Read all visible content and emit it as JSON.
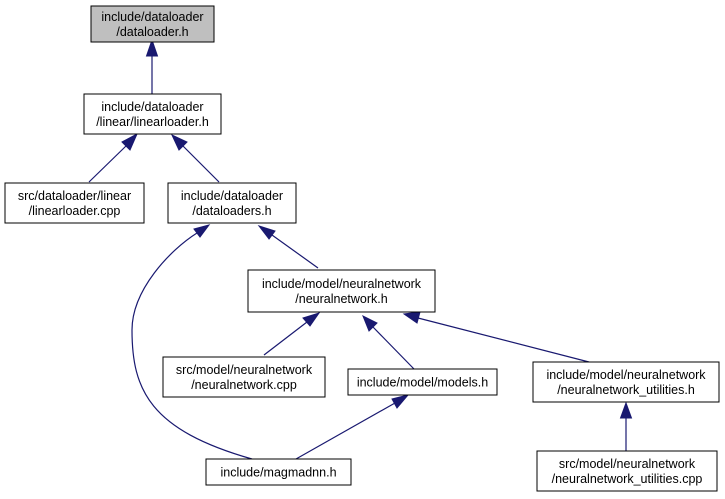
{
  "colors": {
    "edge": "#191970",
    "node_fill": "#ffffff",
    "root_fill": "#bfbfbf",
    "node_border": "#000000"
  },
  "nodes": {
    "dataloader_h": {
      "lines": [
        "include/dataloader",
        "/dataloader.h"
      ]
    },
    "linearloader_h": {
      "lines": [
        "include/dataloader",
        "/linear/linearloader.h"
      ]
    },
    "linearloader_cpp": {
      "lines": [
        "src/dataloader/linear",
        "/linearloader.cpp"
      ]
    },
    "dataloaders_h": {
      "lines": [
        "include/dataloader",
        "/dataloaders.h"
      ]
    },
    "neuralnetwork_h": {
      "lines": [
        "include/model/neuralnetwork",
        "/neuralnetwork.h"
      ]
    },
    "neuralnetwork_cpp": {
      "lines": [
        "src/model/neuralnetwork",
        "/neuralnetwork.cpp"
      ]
    },
    "models_h": {
      "lines": [
        "include/model/models.h"
      ]
    },
    "nn_utilities_h": {
      "lines": [
        "include/model/neuralnetwork",
        "/neuralnetwork_utilities.h"
      ]
    },
    "magmadnn_h": {
      "lines": [
        "include/magmadnn.h"
      ]
    },
    "nn_utilities_cpp": {
      "lines": [
        "src/model/neuralnetwork",
        "/neuralnetwork_utilities.cpp"
      ]
    }
  }
}
